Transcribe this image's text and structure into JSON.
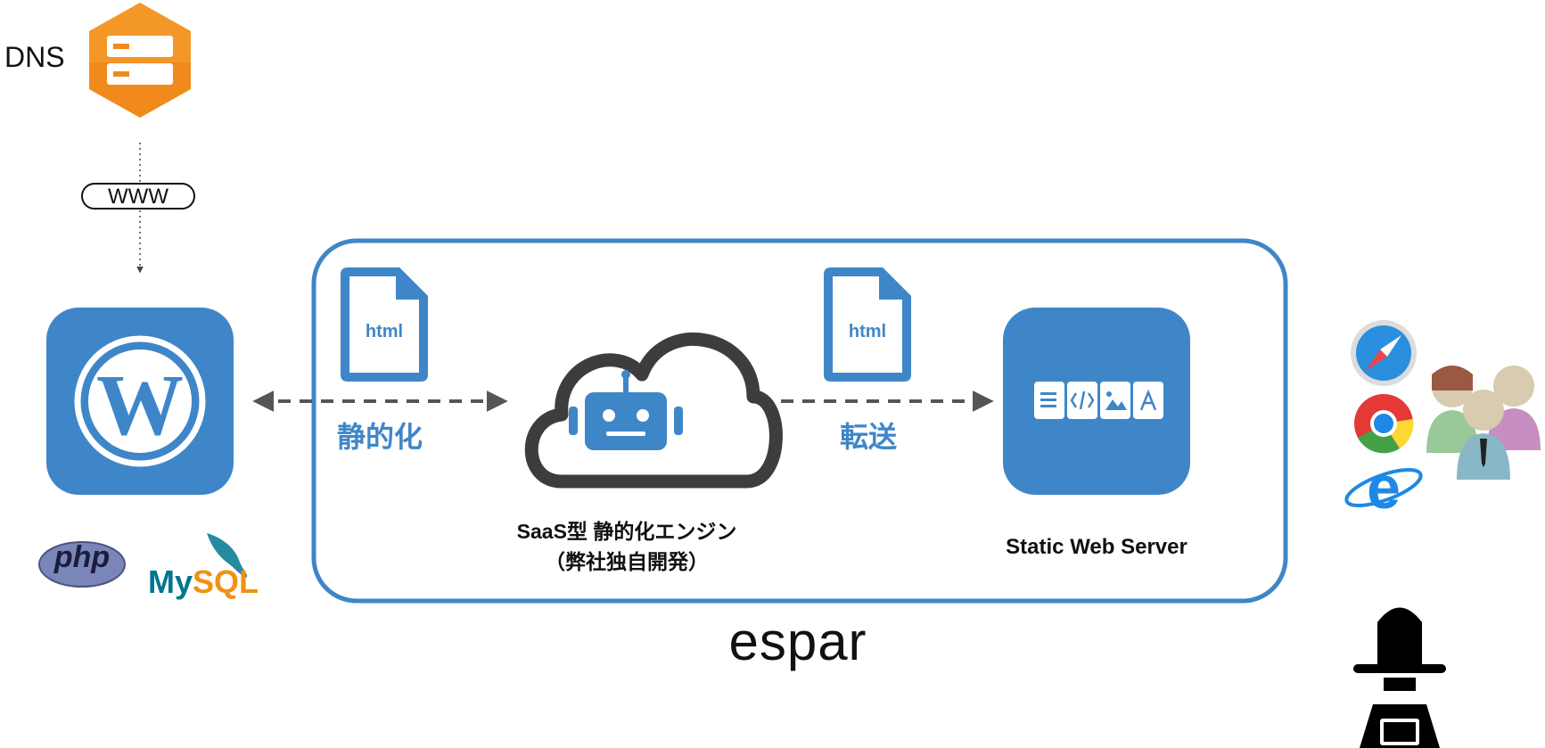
{
  "dns": {
    "label": "DNS"
  },
  "www": {
    "label": "WWW"
  },
  "cms": {
    "php_label": "php",
    "mysql_label_a": "My",
    "mysql_label_b": "SQL"
  },
  "engine": {
    "file_label_left": "html",
    "file_label_right": "html",
    "arrow_left_label": "静的化",
    "arrow_right_label": "転送",
    "name_line1": "SaaS型 静的化エンジン",
    "name_line2": "（弊社独自開発）"
  },
  "server": {
    "label": "Static Web Server"
  },
  "brand": {
    "label": "espar"
  },
  "colors": {
    "blue": "#3f86c8",
    "dns_orange": "#f08a1c",
    "arrow_gray": "#555555",
    "cloud_gray": "#3d3d3d"
  }
}
